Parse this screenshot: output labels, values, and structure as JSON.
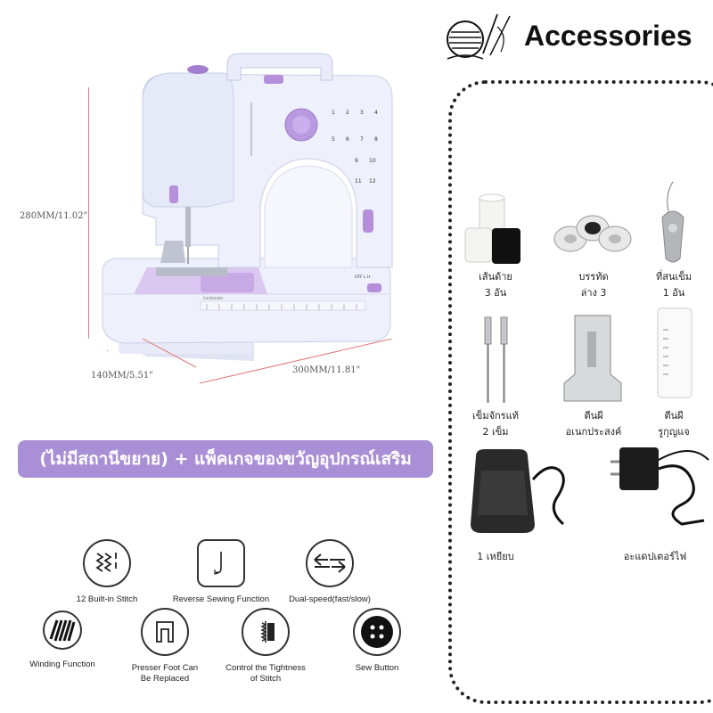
{
  "dimensions": {
    "height": "280MM/11.02\"",
    "depth": "140MM/5.51\"",
    "width": "300MM/11.81\""
  },
  "banner": {
    "text": "(ไม่มีสถานีขยาย) + แพ็คเกจของขวัญอุปกรณ์เสริม",
    "color": "#a98fd6"
  },
  "features": [
    {
      "label": "12 Built-in Stitch",
      "icon": "stitch-pattern-icon"
    },
    {
      "label": "Reverse Sewing Function",
      "icon": "reverse-sewing-icon"
    },
    {
      "label": "Dual-speed(fast/slow)",
      "icon": "dual-arrows-icon"
    },
    {
      "label": "Winding Function",
      "icon": "thread-winding-icon"
    },
    {
      "label": "Presser Foot Can Be Replaced",
      "line1": "Presser Foot Can",
      "line2": "Be Replaced",
      "icon": "presser-foot-icon"
    },
    {
      "label": "Control the Tightness of Stitch",
      "line1": "Control the Tightness",
      "line2": "of Stitch",
      "icon": "stitch-tension-icon"
    },
    {
      "label": "Sew Button",
      "icon": "button-icon"
    }
  ],
  "accessories": {
    "title": "Accessories",
    "items": [
      {
        "name": "เส้นด้าย",
        "qty": "3 อัน",
        "icon": "thread-spools-icon"
      },
      {
        "name": "บรรทัด",
        "qty": "ล่าง 3",
        "icon": "bobbins-icon"
      },
      {
        "name": "ที่สนเข็ม",
        "qty": "1 อัน",
        "icon": "needle-threader-icon"
      },
      {
        "name": "เข็มจักรแท้",
        "qty": "2 เข็ม",
        "icon": "needles-icon"
      },
      {
        "name": "ตีนผี",
        "qty": "อเนกประสงค์",
        "icon": "presser-foot-icon"
      },
      {
        "name": "ตีนผี",
        "qty": "รูกุญแจ",
        "icon": "buttonhole-foot-icon"
      },
      {
        "name": "1 เหยียบ",
        "icon": "foot-pedal-icon"
      },
      {
        "name": "อะแดปเตอร์ไฟ",
        "icon": "power-adapter-icon"
      }
    ]
  },
  "machine": {
    "stitch_numbers": [
      "1",
      "2",
      "3",
      "4",
      "5",
      "6",
      "7",
      "8",
      "9",
      "10",
      "11",
      "12"
    ],
    "switch_label": "OFF L H",
    "ruler_label": "Centimeter"
  }
}
